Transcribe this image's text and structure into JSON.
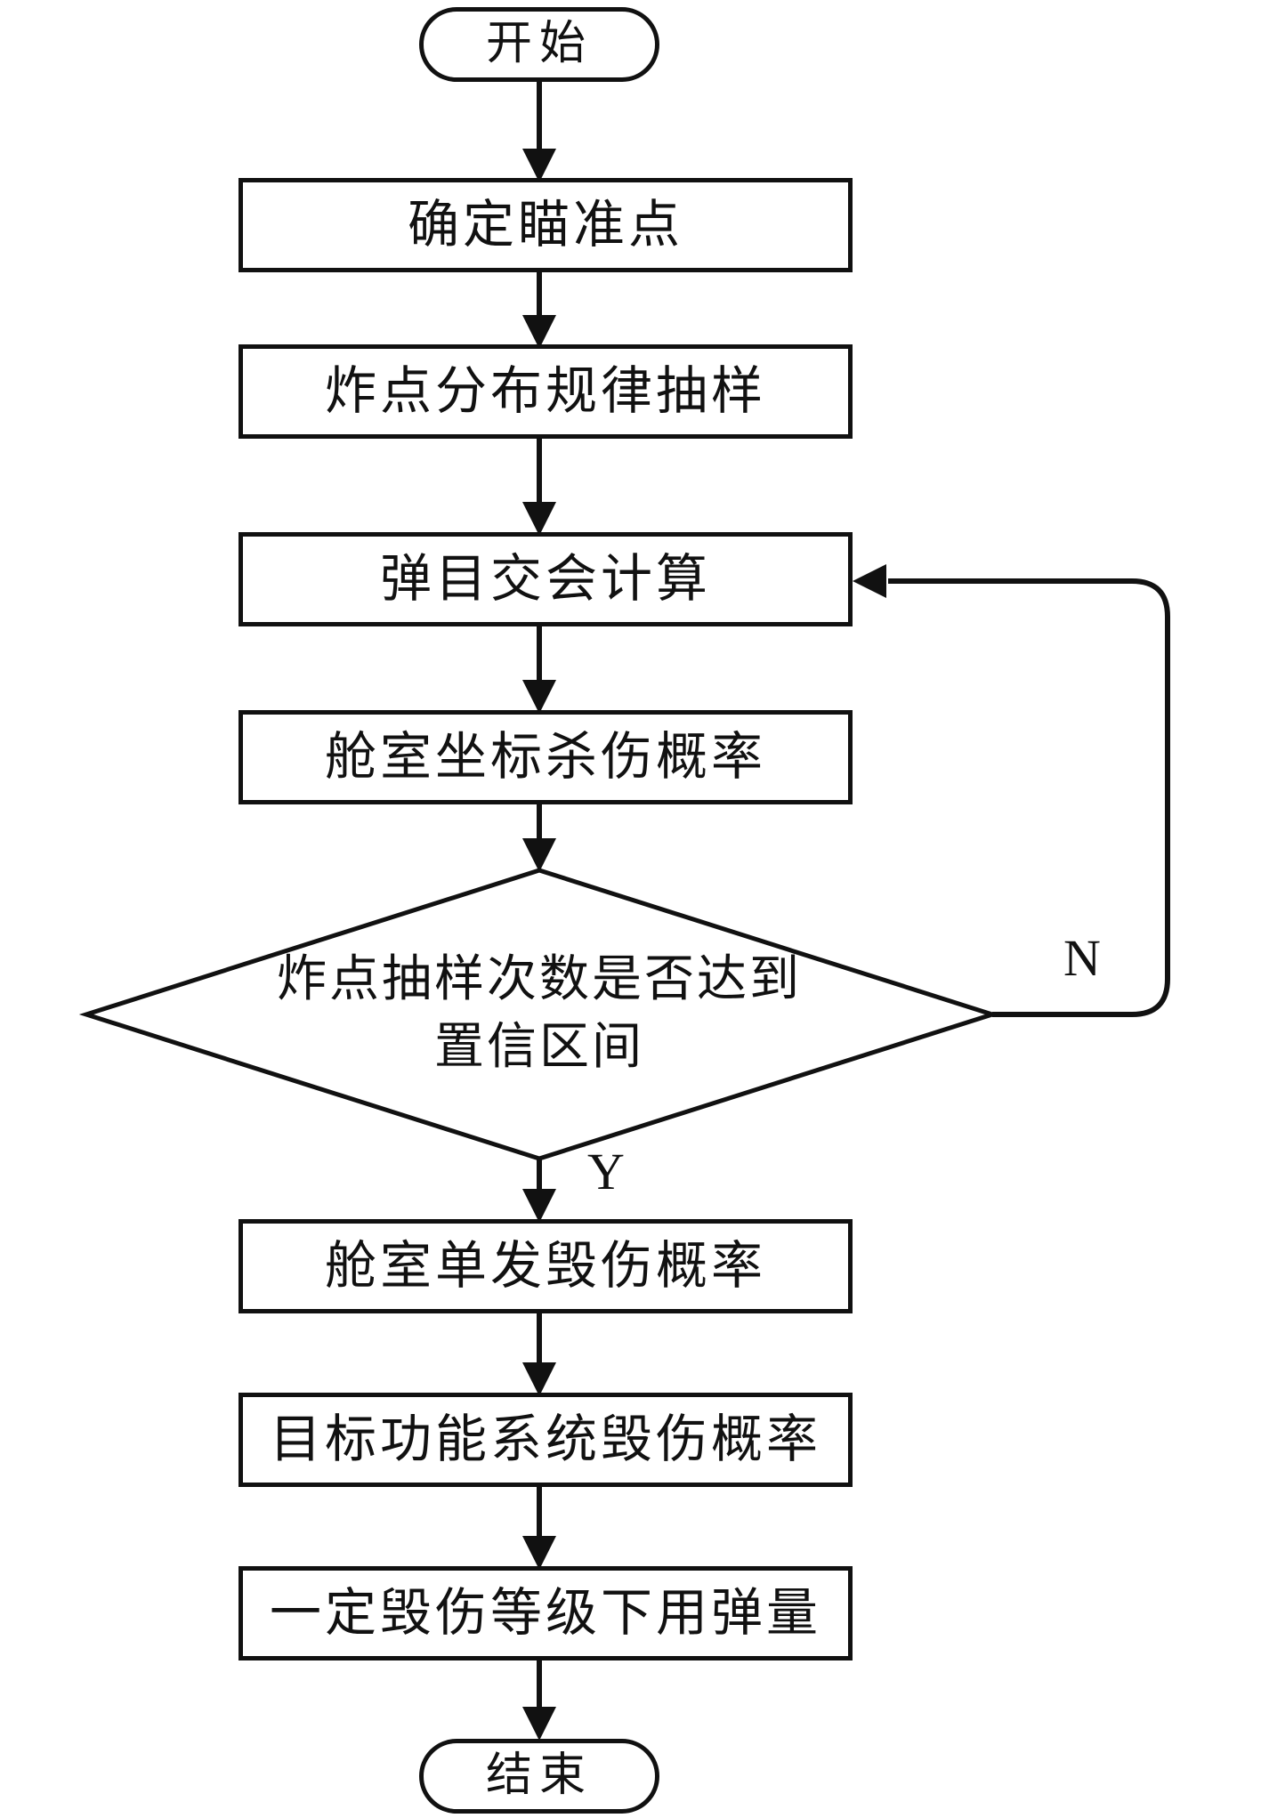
{
  "flowchart": {
    "start": {
      "label": "开始"
    },
    "steps": [
      {
        "label": "确定瞄准点"
      },
      {
        "label": "炸点分布规律抽样"
      },
      {
        "label": "弹目交会计算"
      },
      {
        "label": "舱室坐标杀伤概率"
      }
    ],
    "decision": {
      "line1": "炸点抽样次数是否达到",
      "line2": "置信区间",
      "yes_label": "Y",
      "no_label": "N"
    },
    "post_steps": [
      {
        "label": "舱室单发毁伤概率"
      },
      {
        "label": "目标功能系统毁伤概率"
      },
      {
        "label": "一定毁伤等级下用弹量"
      }
    ],
    "end": {
      "label": "结束"
    },
    "edges": [
      "start -> 确定瞄准点",
      "确定瞄准点 -> 炸点分布规律抽样",
      "炸点分布规律抽样 -> 弹目交会计算",
      "弹目交会计算 -> 舱室坐标杀伤概率",
      "舱室坐标杀伤概率 -> decision",
      "decision -N-> 弹目交会计算",
      "decision -Y-> 舱室单发毁伤概率",
      "舱室单发毁伤概率 -> 目标功能系统毁伤概率",
      "目标功能系统毁伤概率 -> 一定毁伤等级下用弹量",
      "一定毁伤等级下用弹量 -> end"
    ],
    "colors": {
      "stroke": "#111111",
      "background": "#ffffff"
    }
  }
}
